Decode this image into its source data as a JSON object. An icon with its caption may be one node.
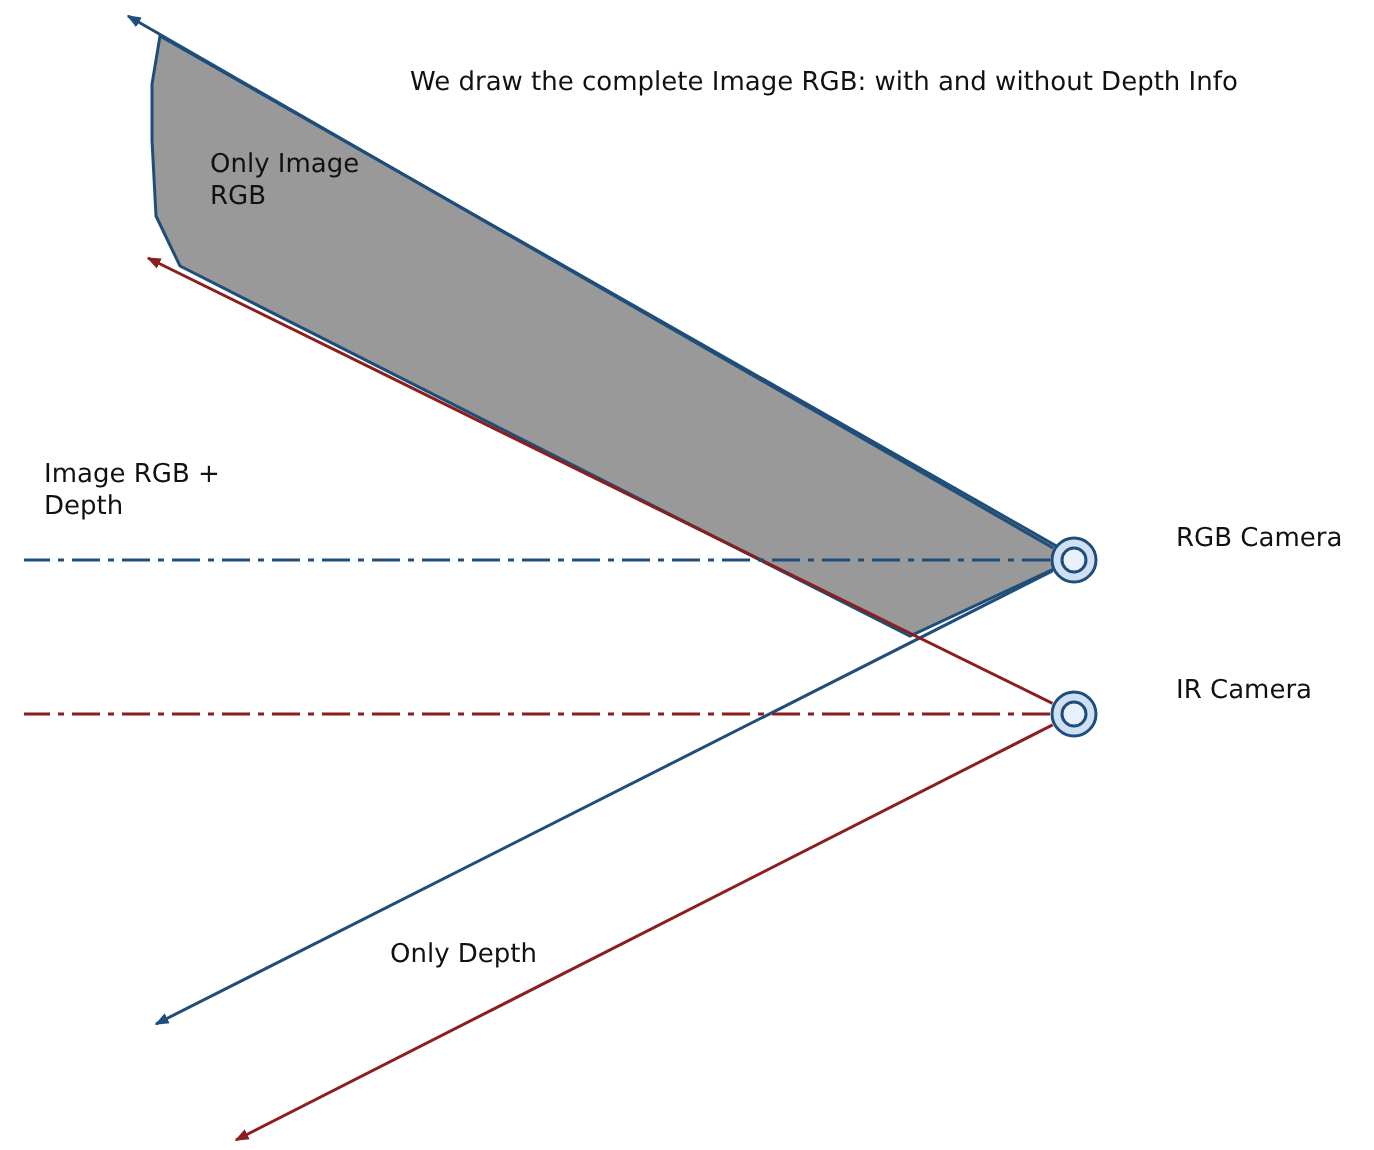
{
  "diagram": {
    "title": "We draw the complete Image RGB: with and without Depth Info",
    "nodes": [
      {
        "text": [],
        "shape": "circle",
        "beside": [
          "RGB Camera"
        ]
      },
      {
        "text": [],
        "shape": "circle",
        "beside": [
          "IR Camera"
        ]
      }
    ],
    "edges": [
      {
        "from": 0,
        "to": null,
        "arrow": "to",
        "color": "#1f4e7a"
      },
      {
        "from": 0,
        "to": null,
        "arrow": "to",
        "color": "#1f4e7a"
      },
      {
        "from": 1,
        "to": null,
        "arrow": "to",
        "color": "#8b1e1e"
      },
      {
        "from": 1,
        "to": null,
        "arrow": "to",
        "color": "#8b1e1e"
      },
      {
        "from": 0,
        "to": null,
        "arrow": "none",
        "style": "dashed",
        "color": "#1f4e7a"
      },
      {
        "from": 1,
        "to": null,
        "arrow": "none",
        "style": "dashed",
        "color": "#8b1e1e"
      }
    ],
    "labels": [
      "Only Image RGB",
      "Image RGB + Depth",
      "Only Depth"
    ]
  }
}
